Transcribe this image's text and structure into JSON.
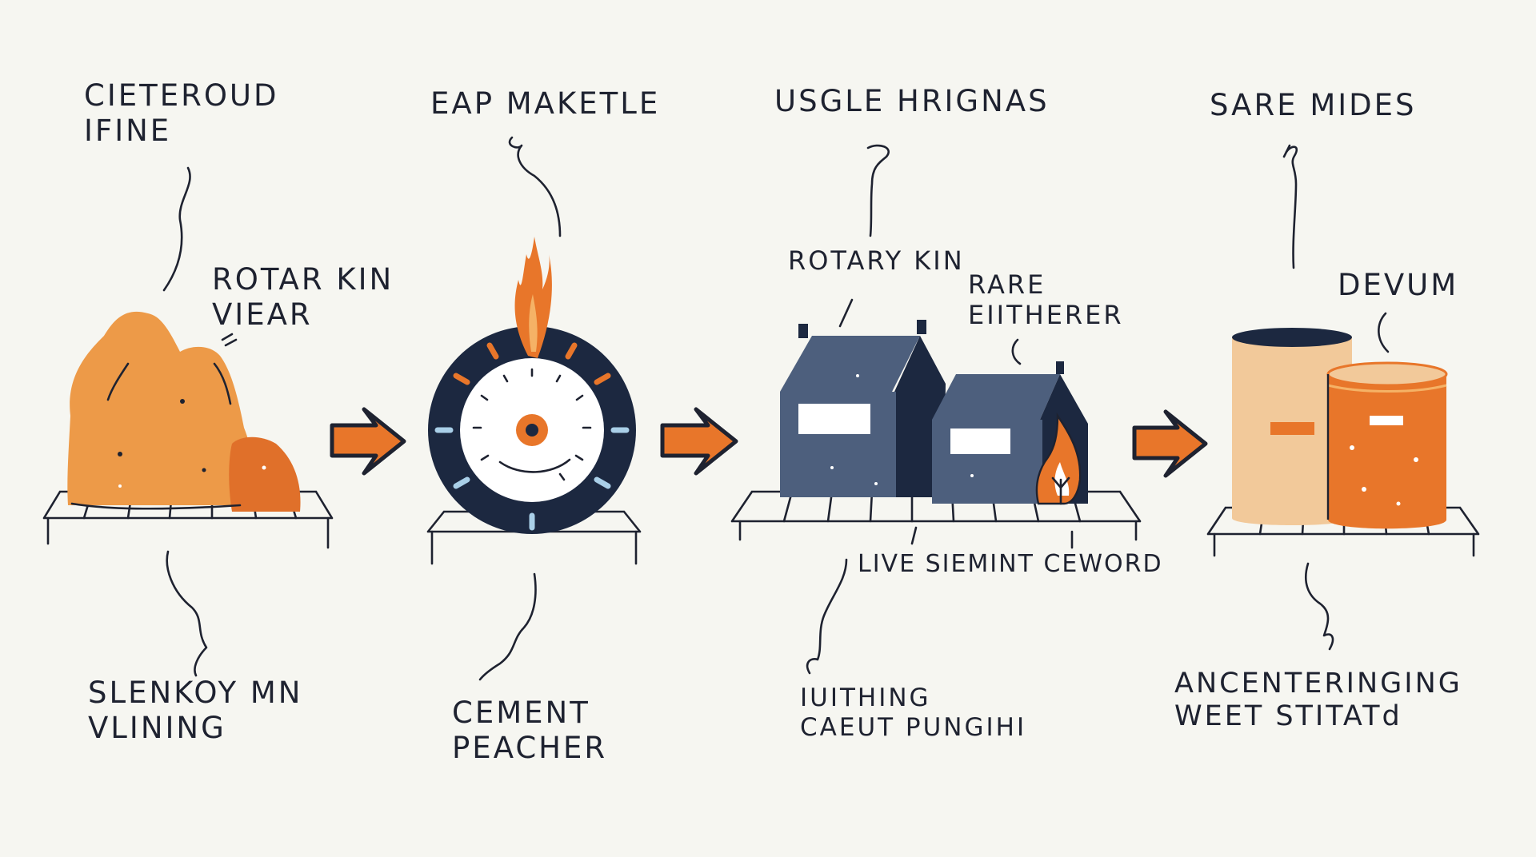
{
  "colors": {
    "background": "#f6f6f1",
    "ink": "#1e2230",
    "orange": "#e8762a",
    "light_orange": "#f0a050",
    "slate": "#4d5f7d",
    "navy": "#1c2840",
    "peach": "#f2c99a"
  },
  "stages": [
    {
      "id": "raw-materials",
      "top_label": "CIETEROUD\nIFINE",
      "side_label": "ROTAR KIN\nVIEAR",
      "bottom_label": "SLENKOY MN\nVLINING",
      "icon": "material-pile-icon"
    },
    {
      "id": "grinding",
      "top_label": "EAP MAKETLE",
      "bottom_label": "CEMENT\nPEACHER",
      "icon": "grinding-wheel-icon"
    },
    {
      "id": "kiln",
      "top_label": "USGLE HRIGNAS",
      "side_label": "ROTARY KIN",
      "side_label_2": "RARE\nEIITHERER",
      "mid_label": "LIVE SIEMINT CEWORD",
      "bottom_label": "IUITHING\nCAEUT PUNGIHI",
      "icon": "kiln-building-icon"
    },
    {
      "id": "storage",
      "top_label": "SARE MIDES",
      "side_label": "DEVUM",
      "bottom_label": "ANCENTERINGING\nWEET STITATd",
      "icon": "storage-silo-icon"
    }
  ],
  "arrows": [
    {
      "name": "arrow-1",
      "icon": "arrow-right-icon"
    },
    {
      "name": "arrow-2",
      "icon": "arrow-right-icon"
    },
    {
      "name": "arrow-3",
      "icon": "arrow-right-icon"
    }
  ]
}
